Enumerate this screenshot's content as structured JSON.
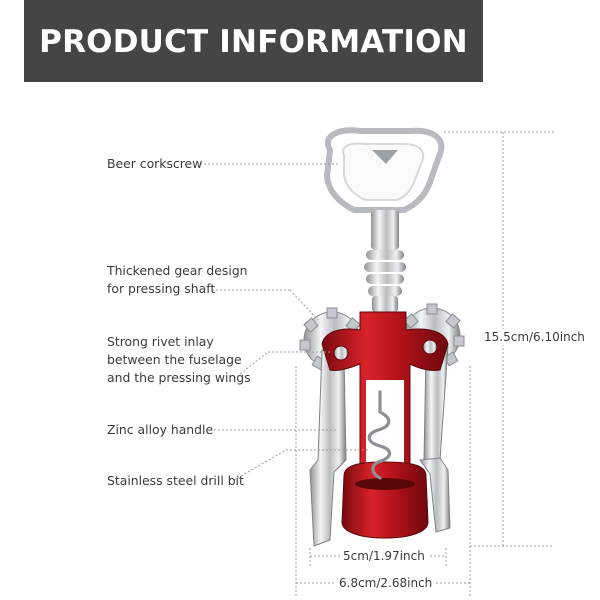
{
  "banner": {
    "title": "PRODUCT INFORMATION"
  },
  "callouts": [
    {
      "lines": [
        "Beer corkscrew"
      ]
    },
    {
      "lines": [
        "Thickened gear design",
        "for pressing shaft"
      ]
    },
    {
      "lines": [
        "Strong rivet inlay",
        "between the fuselage",
        "and the pressing wings"
      ]
    },
    {
      "lines": [
        "Zinc alloy handle"
      ]
    },
    {
      "lines": [
        "Stainless steel drill bit"
      ]
    }
  ],
  "dimensions": {
    "height": "15.5cm/6.10inch",
    "inner_width": "5cm/1.97inch",
    "outer_width": "6.8cm/2.68inch"
  },
  "colors": {
    "banner_bg": "#444545",
    "body_red": "#c8141c",
    "chrome": "#c9ccd0",
    "leader": "#9a9a9a"
  }
}
